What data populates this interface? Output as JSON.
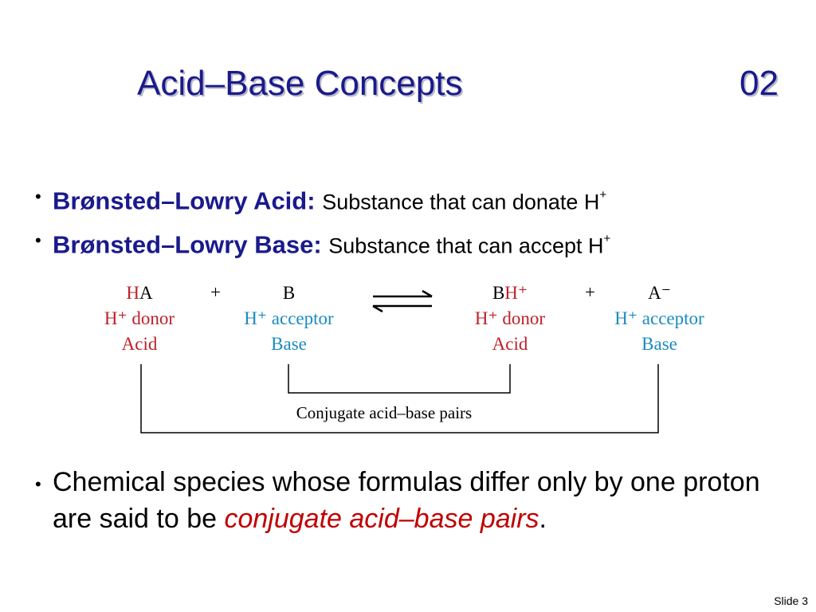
{
  "slide": {
    "title": "Acid–Base Concepts",
    "number_tag": "02",
    "footer": "Slide 3"
  },
  "bullets": [
    {
      "term": "Brønsted–Lowry Acid:",
      "desc": "Substance that can donate H",
      "sup": "+"
    },
    {
      "term": "Brønsted–Lowry Base:",
      "desc": "Substance that can accept H",
      "sup": "+"
    }
  ],
  "diagram": {
    "species": [
      {
        "formula_main": "H",
        "formula_rest": "A",
        "role": "H⁺ donor",
        "type": "Acid"
      },
      {
        "formula_main": "B",
        "formula_rest": "",
        "role": "H⁺ acceptor",
        "type": "Base"
      },
      {
        "formula_main": "B",
        "formula_rest": "H⁺",
        "role": "H⁺ donor",
        "type": "Acid"
      },
      {
        "formula_main": "A",
        "formula_rest": "⁻",
        "role": "H⁺ acceptor",
        "type": "Base"
      }
    ],
    "plus": "+",
    "pairs_label": "Conjugate acid–base pairs"
  },
  "conclusion": {
    "text": "Chemical species whose formulas differ only by one proton are said to be ",
    "emphasis": "conjugate acid–base pairs",
    "end": "."
  },
  "colors": {
    "title": "#1a1a8c",
    "acid_red": "#c0202a",
    "base_blue": "#1a8bc0",
    "emphasis_red": "#c00000"
  }
}
